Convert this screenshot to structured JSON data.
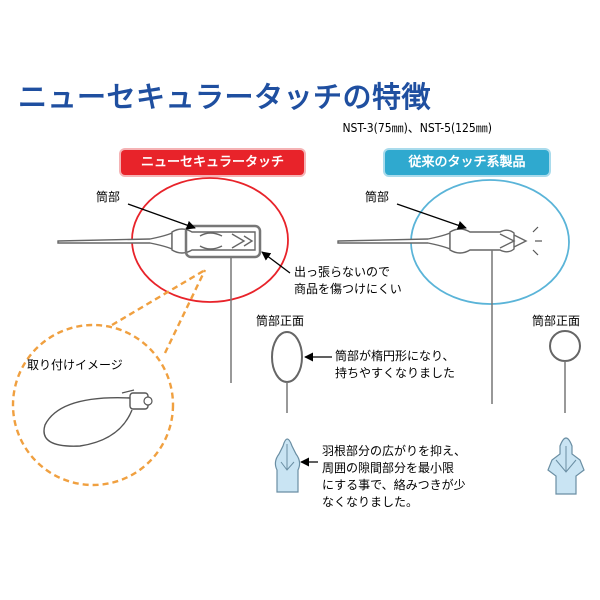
{
  "title": "ニューセキュラータッチの特徴",
  "subtitle": "NST-3(75㎜)、NST-5(125㎜)",
  "badges": {
    "new_product": "ニューセキュラータッチ",
    "old_product": "従来のタッチ系製品"
  },
  "labels": {
    "tube_part_left": "筒部",
    "tube_part_right": "筒部",
    "no_snag_line1": "出っ張らないので",
    "no_snag_line2": "商品を傷つけにくい",
    "tube_front_left": "筒部正面",
    "tube_front_right": "筒部正面",
    "ellipse_line1": "筒部が楕円形になり、",
    "ellipse_line2": "持ちやすくなりました",
    "install_image": "取り付けイメージ",
    "wing_line1": "羽根部分の広がりを抑え、",
    "wing_line2": "周囲の隙間部分を最小限",
    "wing_line3": "にする事で、絡みつきが少",
    "wing_line4": "なくなりました。"
  },
  "colors": {
    "title": "#1f4fa0",
    "new_accent": "#e8232a",
    "old_accent": "#2fa9cf",
    "dashed_callout": "#f0a040",
    "tip_fill": "#c9e4f3"
  }
}
